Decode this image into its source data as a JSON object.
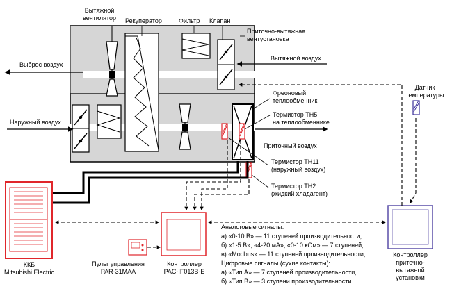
{
  "labels": {
    "exhaust_fan": "Вытяжной\nвентилятор",
    "recuperator": "Рекуператор",
    "filter": "Фильтр",
    "damper": "Клапан",
    "supply_exhaust_unit": "Приточно-вытяжная\nвентустановка",
    "exhaust_out": "Выброс воздух",
    "exhaust_air": "Вытяжной воздух",
    "outdoor_air": "Наружный воздух",
    "supply_air": "Приточный воздух",
    "temp_sensor": "Датчик\nтемпературы",
    "freon_hx": "Фреоновый\nтеплообменник",
    "th5": "Термистор TH5\nна теплообменнике",
    "th11": "Термистор TH11\n(наружный воздух)",
    "th2": "Термистор TH2\n(жидкий хладагент)",
    "kkb": "ККБ\nMitsubishi Electric",
    "remote": "Пульт управления\nPAR-31MAA",
    "controller": "Контроллер\nPAC-IF013B-E",
    "unit_controller": "Контроллер\nприточно-\nвытяжной\nустановки"
  },
  "signals": {
    "analog_title": "Аналоговые сигналы:",
    "analog_a": "а) «0-10 В» — 11 ступеней производительности;",
    "analog_b": "б) «1-5 В», «4-20 мА», «0-10 кОм» — 7 ступеней;",
    "analog_c": "в) «Modbus» — 11 ступеней производительности;",
    "digital_title": "Цифровые сигналы (сухие контакты):",
    "digital_a": "а) «Тип А» — 7 ступеней производительности,",
    "digital_b": "б) «Тип В» — 3 ступени производительности."
  },
  "colors": {
    "line": "#000000",
    "kkb": "#e0262b",
    "thermistor": "#e0262b",
    "sensor": "#3b2f9a",
    "unit_border": "#5a4fa8",
    "cabinet": "#d6d6d6"
  }
}
